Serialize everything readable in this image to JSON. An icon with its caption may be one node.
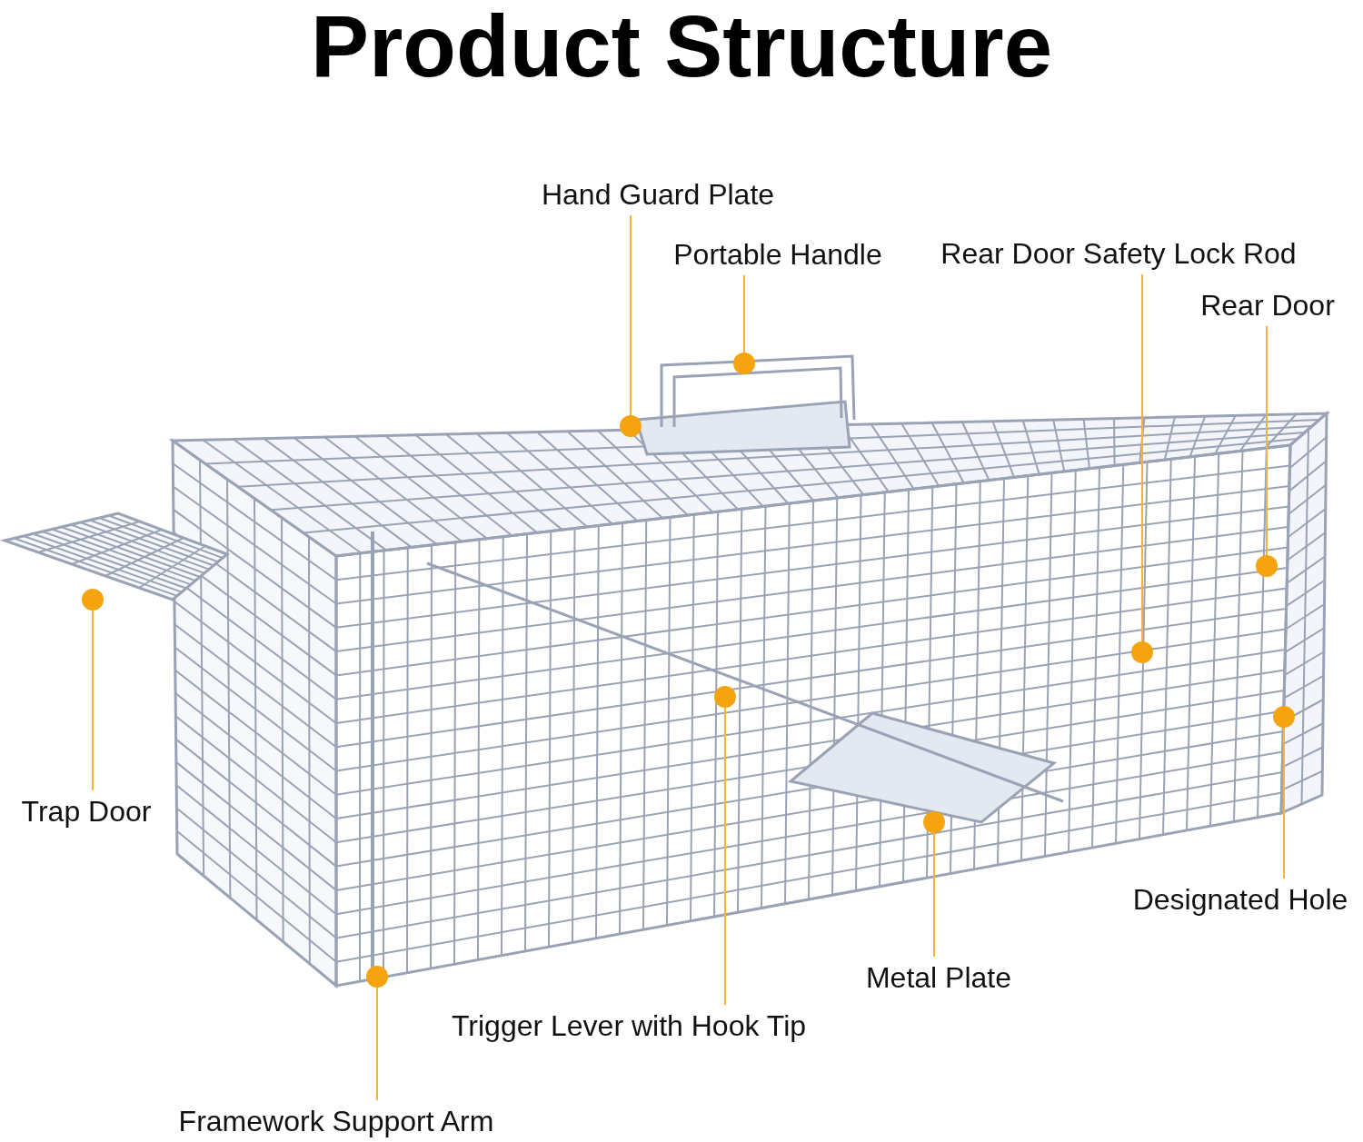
{
  "diagram": {
    "title": "Product Structure",
    "nodes": [
      {
        "text": [
          "Hand Guard Plate"
        ]
      },
      {
        "text": [
          "Portable Handle"
        ]
      },
      {
        "text": [
          "Rear Door Safety Lock Rod"
        ]
      },
      {
        "text": [
          "Rear Door"
        ]
      },
      {
        "text": [
          "Trap Door"
        ]
      },
      {
        "text": [
          "Designated Hole"
        ]
      },
      {
        "text": [
          "Metal Plate"
        ]
      },
      {
        "text": [
          "Trigger Lever with Hook Tip"
        ]
      },
      {
        "text": [
          "Framework Support Arm"
        ]
      },
      {
        "text": [],
        "shape": "circle"
      },
      {
        "text": [],
        "shape": "circle"
      },
      {
        "text": [],
        "shape": "circle"
      },
      {
        "text": [],
        "shape": "circle"
      },
      {
        "text": [],
        "shape": "circle"
      },
      {
        "text": [],
        "shape": "circle"
      },
      {
        "text": [],
        "shape": "circle"
      },
      {
        "text": [],
        "shape": "circle"
      },
      {
        "text": [],
        "shape": "circle"
      }
    ],
    "edges": [
      {
        "from": 0,
        "to": 11,
        "arrow": "none"
      },
      {
        "from": 1,
        "to": 13,
        "arrow": "none"
      },
      {
        "from": 2,
        "to": 15,
        "arrow": "none"
      },
      {
        "from": 3,
        "to": 16,
        "arrow": "none"
      },
      {
        "from": 4,
        "to": 9,
        "arrow": "none"
      },
      {
        "from": 5,
        "to": 17,
        "arrow": "none"
      },
      {
        "from": 6,
        "to": 14,
        "arrow": "none"
      },
      {
        "from": 7,
        "to": 12,
        "arrow": "none"
      },
      {
        "from": 8,
        "to": 10,
        "arrow": "none"
      }
    ]
  }
}
